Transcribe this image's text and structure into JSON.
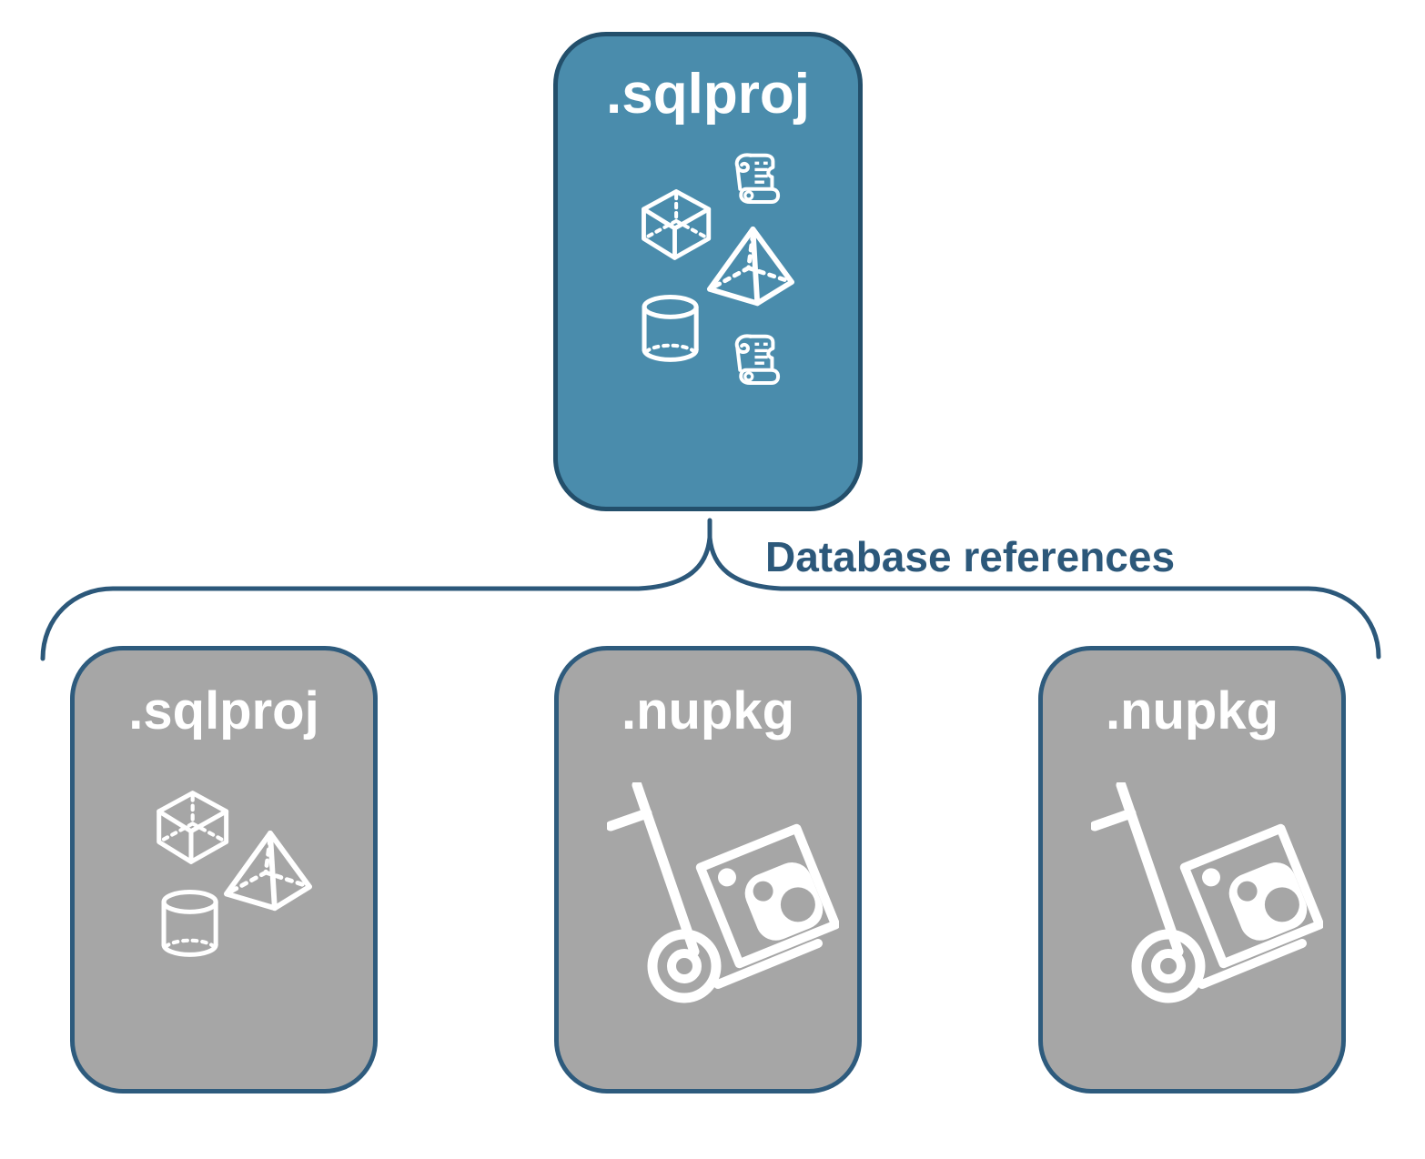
{
  "nodes": {
    "root": {
      "label": ".sqlproj",
      "icons": [
        "scroll-icon",
        "cube-icon",
        "pyramid-icon",
        "cylinder-icon",
        "scroll-icon"
      ]
    },
    "children": [
      {
        "label": ".sqlproj",
        "icons": [
          "cube-icon",
          "pyramid-icon",
          "cylinder-icon"
        ]
      },
      {
        "label": ".nupkg",
        "icons": [
          "nuget-handtruck-icon"
        ]
      },
      {
        "label": ".nupkg",
        "icons": [
          "nuget-handtruck-icon"
        ]
      }
    ]
  },
  "connector": {
    "label": "Database references"
  },
  "colors": {
    "background": "#FFFFFF",
    "root_fill": "#4A8CAC",
    "root_border": "#234F6B",
    "child_fill": "#A6A6A6",
    "child_border": "#2E5B7D",
    "connector_line": "#2C587A",
    "connector_text": "#2C587A",
    "title_text": "#FFFFFF",
    "icon_stroke": "#FFFFFF"
  }
}
